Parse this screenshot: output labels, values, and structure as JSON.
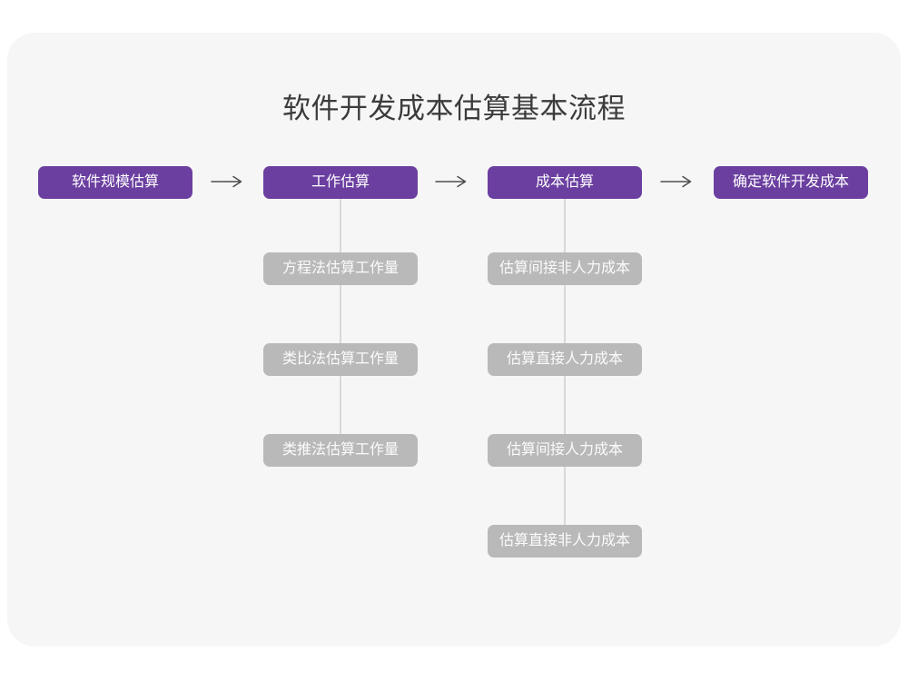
{
  "page": {
    "title": "软件开发成本估算基本流程"
  },
  "colors": {
    "page_background": "#ffffff",
    "card_background": "#f6f6f7",
    "primary_node_fill": "#6b3fa0",
    "secondary_node_fill": "#b9b9b9",
    "node_text": "#ffffff",
    "connector_line": "#d8d8d8",
    "arrow_stroke": "#4d4d4d",
    "title_text": "#3b3b3b"
  },
  "flow": {
    "main_nodes": [
      {
        "label": "软件规模估算"
      },
      {
        "label": "工作估算"
      },
      {
        "label": "成本估算"
      },
      {
        "label": "确定软件开发成本"
      }
    ],
    "branches": [
      {
        "parent": "工作估算",
        "items": [
          {
            "label": "方程法估算工作量"
          },
          {
            "label": "类比法估算工作量"
          },
          {
            "label": "类推法估算工作量"
          }
        ]
      },
      {
        "parent": "成本估算",
        "items": [
          {
            "label": "估算间接非人力成本"
          },
          {
            "label": "估算直接人力成本"
          },
          {
            "label": "估算间接人力成本"
          },
          {
            "label": "估算直接非人力成本"
          }
        ]
      }
    ]
  }
}
